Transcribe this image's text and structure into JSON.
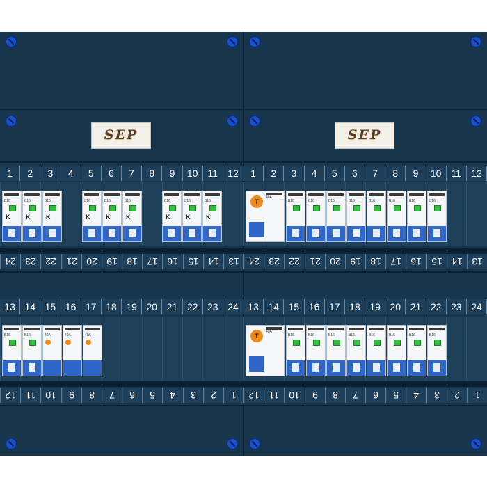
{
  "logo": {
    "left": "SEP",
    "right": "SEP"
  },
  "rows": {
    "top_numbers": [
      "1",
      "2",
      "3",
      "4",
      "5",
      "6",
      "7",
      "8",
      "9",
      "10",
      "11",
      "12"
    ],
    "top_mirror": [
      "24",
      "23",
      "22",
      "21",
      "20",
      "19",
      "18",
      "17",
      "16",
      "15",
      "14",
      "13"
    ],
    "mid_numbers": [
      "13",
      "14",
      "15",
      "16",
      "17",
      "18",
      "19",
      "20",
      "21",
      "22",
      "23",
      "24"
    ],
    "bottom_mirror": [
      "12",
      "11",
      "10",
      "9",
      "8",
      "7",
      "6",
      "5",
      "4",
      "3",
      "2",
      "1"
    ]
  },
  "module_labels": {
    "mcb": "B16",
    "mcb_k": "K",
    "rcd_test": "T",
    "rcd_rating": "40A"
  },
  "colors": {
    "panel": "#17364e",
    "screw": "#1a4fd0",
    "led": "#2fbf3a",
    "toggle": "#2e67c8",
    "test_button": "#f08a1a"
  }
}
